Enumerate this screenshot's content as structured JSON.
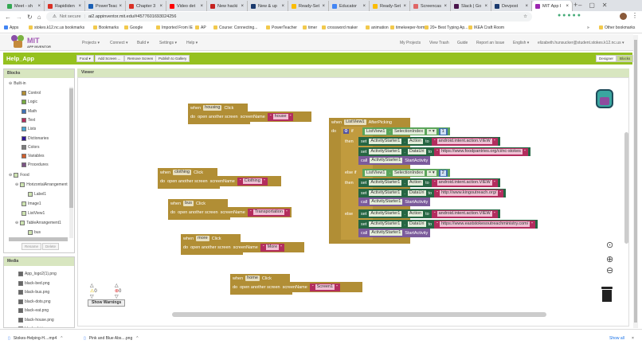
{
  "browser": {
    "tabs": [
      "Meet - sh",
      "Rapididen",
      "PowerTeac",
      "Chapter 3",
      "Video det",
      "New hacki",
      "New & up",
      "Ready-Set",
      "Educator",
      "Ready-Set",
      "Screencas",
      "Slack | Go",
      "Devpost",
      "MIT App I"
    ],
    "tab_colors": [
      "#34a853",
      "#d93025",
      "#1a5fb4",
      "#d93025",
      "#ff0000",
      "#c5221f",
      "#1a3a6e",
      "#fbbc04",
      "#4285f4",
      "#fbbc04",
      "#e06666",
      "#4a154b",
      "#1a3a6e",
      "#9c27b0"
    ],
    "new_tab": "+",
    "security": "Not secure",
    "url": "ai2.appinventor.mit.edu/#4577601693024256",
    "bookmarks": [
      "Apps",
      "stokes.k12.nc.us bookmarks",
      "Bookmarks",
      "Google",
      "Imported From IE",
      "AP",
      "Course: Connecting...",
      "PowerTeacher",
      "timer",
      "crossword maker",
      "animation",
      "timekeeper-form",
      "20+ Best Typing Ap...",
      "IKEA Craft Room"
    ],
    "more_bookmarks": "»",
    "other_bookmarks": "Other bookmarks"
  },
  "app": {
    "logo_title": "MIT",
    "logo_sub": "APP INVENTOR",
    "menus": [
      "Projects ▾",
      "Connect ▾",
      "Build ▾",
      "Settings ▾",
      "Help ▾"
    ],
    "right_menus": [
      "My Projects",
      "View Trash",
      "Guide",
      "Report an Issue",
      "English ▾",
      "elizabeth.hunsucker@student.stokes.k12.nc.us ▾"
    ],
    "project": "Help_App",
    "toolbar": [
      "Food ▾",
      "Add Screen ...",
      "Remove Screen",
      "Publish to Gallery"
    ],
    "designer": "Designer",
    "blocks": "Blocks"
  },
  "blocks_panel": {
    "title": "Blocks",
    "builtin": "Built-in",
    "builtin_items": [
      {
        "label": "Control",
        "color": "#b18e35"
      },
      {
        "label": "Logic",
        "color": "#77ab41"
      },
      {
        "label": "Math",
        "color": "#3f71b5"
      },
      {
        "label": "Text",
        "color": "#b32d5e"
      },
      {
        "label": "Lists",
        "color": "#49a6d4"
      },
      {
        "label": "Dictionaries",
        "color": "#2d1799"
      },
      {
        "label": "Colors",
        "color": "#7d7d7d"
      },
      {
        "label": "Variables",
        "color": "#d05f2d"
      },
      {
        "label": "Procedures",
        "color": "#7c5385"
      }
    ],
    "components": [
      "Food",
      "HorizontalArrangement",
      "Label1",
      "Image1",
      "ListView1",
      "TableArrangement1",
      "bus"
    ],
    "rename": "Rename",
    "delete": "Delete"
  },
  "media": {
    "title": "Media",
    "items": [
      "App_logo2(1).png",
      "black-bed.png",
      "black-bus.png",
      "black-dots.png",
      "black-eat.png",
      "black-house.png",
      "black-shirt.png"
    ]
  },
  "viewer": {
    "title": "Viewer",
    "events": [
      {
        "component": "housing",
        "screen": "house"
      },
      {
        "component": "clothing",
        "screen": "Clothing"
      },
      {
        "component": "bus",
        "screen": "Transportation"
      },
      {
        "component": "more",
        "screen": "More"
      },
      {
        "component": "home",
        "screen": "Screen1"
      }
    ],
    "kw": {
      "when": "when",
      "click": "Click",
      "do": "do",
      "open": "open another screen",
      "screenName": "screenName",
      "afterpicking": "AfterPicking",
      "if": "if",
      "then": "then",
      "elseif": "else if",
      "else": "else",
      "set": "set",
      "to": "to",
      "call": "call",
      "start": "StartActivity",
      "eq": "= ▾",
      "dot": "."
    },
    "listview": "ListView1",
    "selection": "SelectionIndex",
    "starter": "ActivityStarter1",
    "action": "Action",
    "datauri": "DataUri",
    "branches": [
      {
        "index": "1",
        "action": "android.intent.action.VIEW",
        "uri": "https://www.foodpantries.org/ci/nc-stokes"
      },
      {
        "index": "2",
        "action": "android.intent.action.VIEW",
        "uri": "http://www.kingoutreach.org/"
      },
      {
        "index": null,
        "action": "android.intent.action.VIEW",
        "uri": "https://www.eaststokesoutreachministry.com/"
      }
    ],
    "warnings": "0",
    "errors": "0",
    "show_warnings": "Show Warnings"
  },
  "downloads": {
    "items": [
      "Stokes-Helping-H....mp4",
      "Pink and Blue Abs....png"
    ],
    "show_all": "Show all",
    "close": "×"
  }
}
